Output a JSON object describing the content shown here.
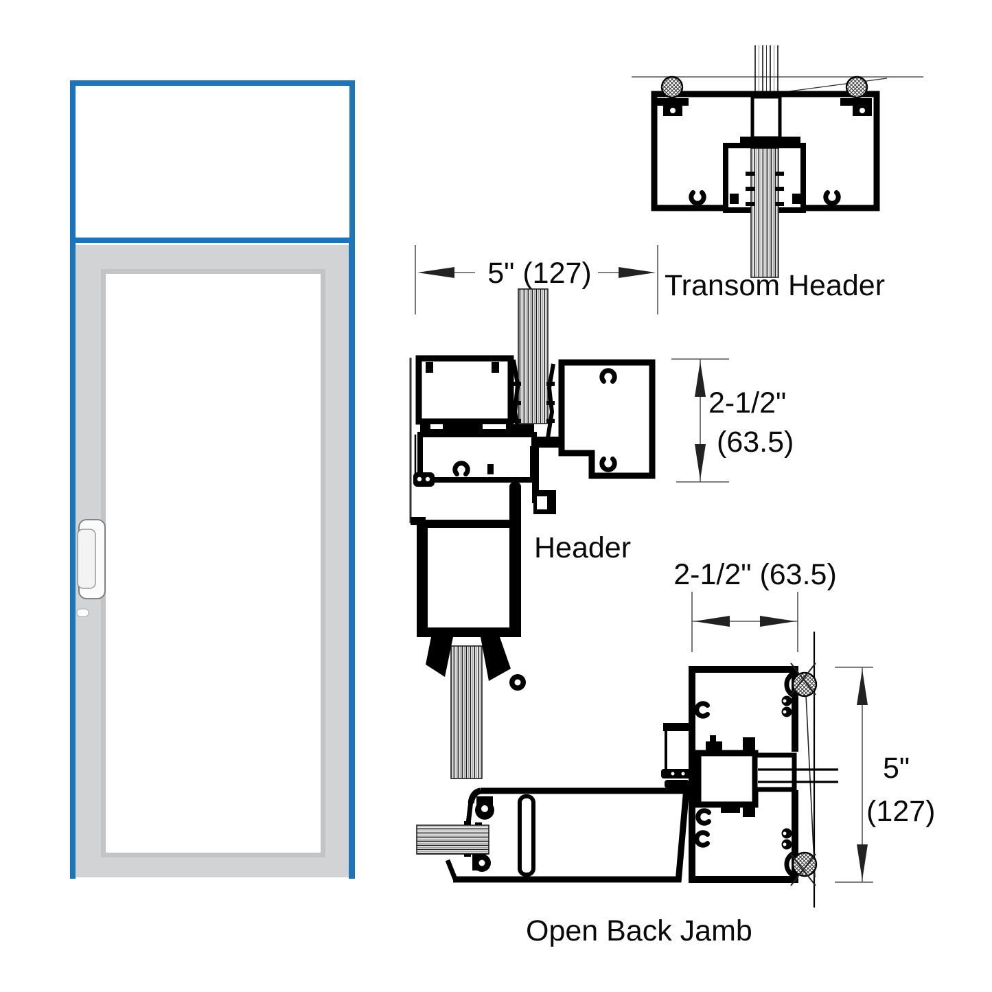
{
  "labels": {
    "transom_header": "Transom Header",
    "header": "Header",
    "open_back_jamb": "Open Back Jamb"
  },
  "dimensions": {
    "header_width": "5\" (127)",
    "header_height_value": "2-1/2\"",
    "header_height_mm": "(63.5)",
    "jamb_width": "2-1/2\" (63.5)",
    "jamb_depth_value": "5\"",
    "jamb_depth_mm": "(127)"
  },
  "colors": {
    "frame_blue": "#1b75bc",
    "door_gray": "#d2d3d5",
    "door_gray_edge": "#c2c4c6",
    "glass_white": "#ffffff",
    "profile_black": "#000000"
  }
}
